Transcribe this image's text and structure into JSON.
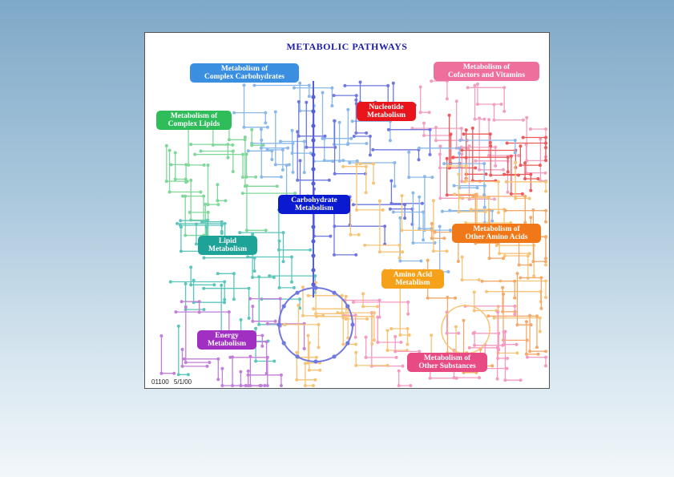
{
  "title": "METABOLIC PATHWAYS",
  "footer": "01100 5/1/00",
  "colors": {
    "complex_carbohydrates": "#3b8fe0",
    "cofactors_vitamins": "#ee6f9c",
    "complex_lipids": "#2fbd5a",
    "nucleotide": "#e8161c",
    "carbohydrate": "#0a1ad0",
    "lipid": "#1ea399",
    "other_amino_acids": "#f07818",
    "amino_acid": "#f5a21a",
    "energy": "#a02fc2",
    "other_substances": "#e84a84"
  },
  "labels": {
    "complex_carbohydrates": [
      "Metabolism of",
      "Complex Carbohydrates"
    ],
    "cofactors_vitamins": [
      "Metabolism of",
      "Cofactors and Vitamins"
    ],
    "complex_lipids": [
      "Metabolism of",
      "Complex Lipids"
    ],
    "nucleotide": [
      "Nucleotide",
      "Metabolism"
    ],
    "carbohydrate": [
      "Carbohydrate",
      "Metabolism"
    ],
    "lipid": [
      "Lipid",
      "Metabolism"
    ],
    "other_amino_acids": [
      "Metabolism of",
      "Other Amino Acids"
    ],
    "amino_acid": [
      "Amino Acid",
      "Metablism"
    ],
    "energy": [
      "Energy",
      "Metabolism"
    ],
    "other_substances": [
      "Metabolism of",
      "Other Substances"
    ]
  }
}
